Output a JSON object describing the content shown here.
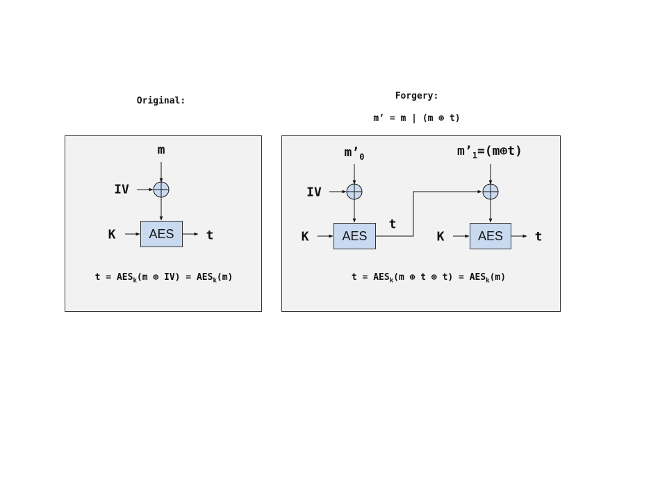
{
  "original": {
    "heading": "Original:",
    "m": "m",
    "iv": "IV",
    "k": "K",
    "aes": "AES",
    "t": "t",
    "eq": {
      "p1": "t = AES",
      "s1": "k",
      "p2": "(m ⊕ IV) = AES",
      "s2": "k",
      "p3": "(m)"
    }
  },
  "forgery": {
    "heading": "Forgery:",
    "subheading": "m’ = m | (m ⊕ t)",
    "m0": {
      "main": "m’",
      "sub": "0"
    },
    "m1": {
      "pre": "m’",
      "sub": "1",
      "post": "=(m⊕t)"
    },
    "iv": "IV",
    "k1": "K",
    "k2": "K",
    "aes1": "AES",
    "aes2": "AES",
    "t_mid": "t",
    "t_out": "t",
    "eq": {
      "p1": "t = AES",
      "s1": "k",
      "p2": "(m ⊕ t ⊕ t) = AES",
      "s2": "k",
      "p3": "(m)"
    }
  }
}
